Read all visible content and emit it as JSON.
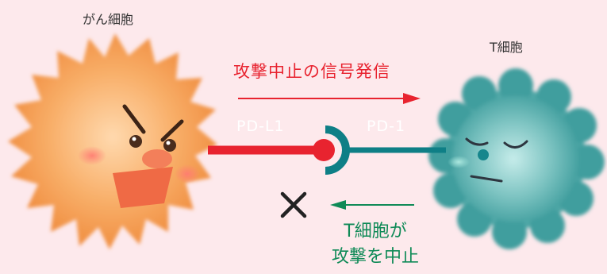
{
  "cells": {
    "cancer_label": "がん細胞",
    "t_cell_label": "T細胞"
  },
  "signal": {
    "label": "攻撃中止の信号発信"
  },
  "molecules": {
    "ligand_label": "PD-L1",
    "receptor_label": "PD-1"
  },
  "result": {
    "line1": "T細胞が",
    "line2": "攻撃を中止"
  },
  "colors": {
    "background": "#fde9ec",
    "cancer_cell": "#f49a4a",
    "t_cell": "#3d9c9c",
    "signal_red": "#e8232f",
    "receptor_teal": "#0e7f86",
    "result_green": "#0f8a57"
  }
}
